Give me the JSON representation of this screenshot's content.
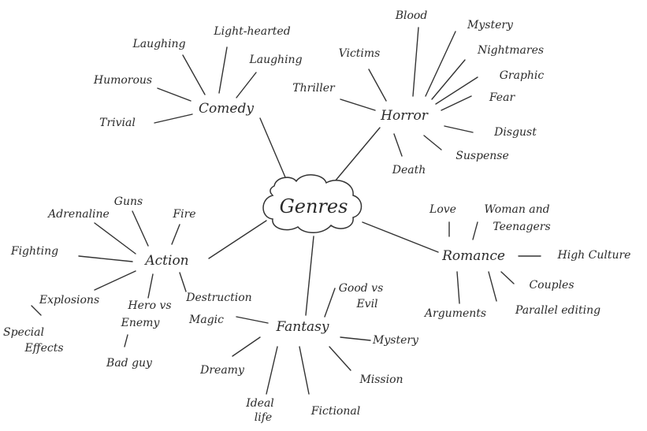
{
  "diagram": {
    "center": "Genres",
    "branches": {
      "comedy": {
        "label": "Comedy",
        "items": [
          "Laughing",
          "Light-hearted",
          "Laughing",
          "Humorous",
          "Trivial"
        ]
      },
      "horror": {
        "label": "Horror",
        "items": [
          "Blood",
          "Mystery",
          "Victims",
          "Nightmares",
          "Graphic",
          "Thriller",
          "Fear",
          "Disgust",
          "Suspense",
          "Death"
        ]
      },
      "action": {
        "label": "Action",
        "items": [
          "Guns",
          "Adrenaline",
          "Fire",
          "Fighting",
          "Explosions",
          "Hero vs",
          "Enemy",
          "Destruction",
          "Special",
          "Effects",
          "Bad guy"
        ]
      },
      "romance": {
        "label": "Romance",
        "items": [
          "Love",
          "Woman and",
          "Teenagers",
          "High Culture",
          "Couples",
          "Arguments",
          "Parallel editing"
        ]
      },
      "fantasy": {
        "label": "Fantasy",
        "items": [
          "Good vs",
          "Evil",
          "Magic",
          "Mystery",
          "Mission",
          "Dreamy",
          "Ideal",
          "life",
          "Fictional"
        ]
      }
    }
  }
}
